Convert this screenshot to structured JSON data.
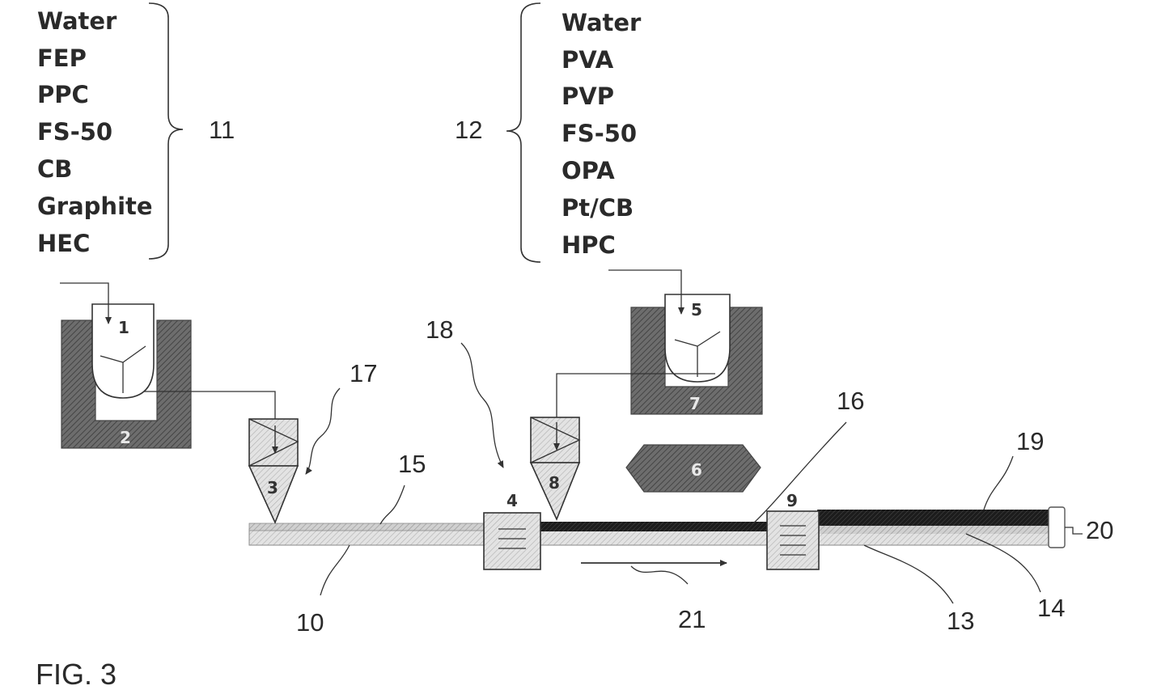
{
  "figure_label": "FIG. 3",
  "list_11": {
    "ref": "11",
    "items": [
      "Water",
      "FEP",
      "PPC",
      "FS-50",
      "CB",
      "Graphite",
      "HEC"
    ]
  },
  "list_12": {
    "ref": "12",
    "items": [
      "Water",
      "PVA",
      "PVP",
      "FS-50",
      "OPA",
      "Pt/CB",
      "HPC"
    ]
  },
  "components": {
    "mixer_1": "1",
    "bath_2": "2",
    "pump_3": "3",
    "dryer_4": "4",
    "mixer_5": "5",
    "heater_6": "6",
    "bath_7": "7",
    "pump_8": "8",
    "dryer_9": "9"
  },
  "references": {
    "r10": "10",
    "r13": "13",
    "r14": "14",
    "r15": "15",
    "r16": "16",
    "r17": "17",
    "r18": "18",
    "r19": "19",
    "r20": "20",
    "r21": "21"
  },
  "colors": {
    "hatch_light": "#bdbdbd",
    "hatch_dark": "#6a6a6a",
    "black_layer": "#111111",
    "line": "#333333"
  }
}
